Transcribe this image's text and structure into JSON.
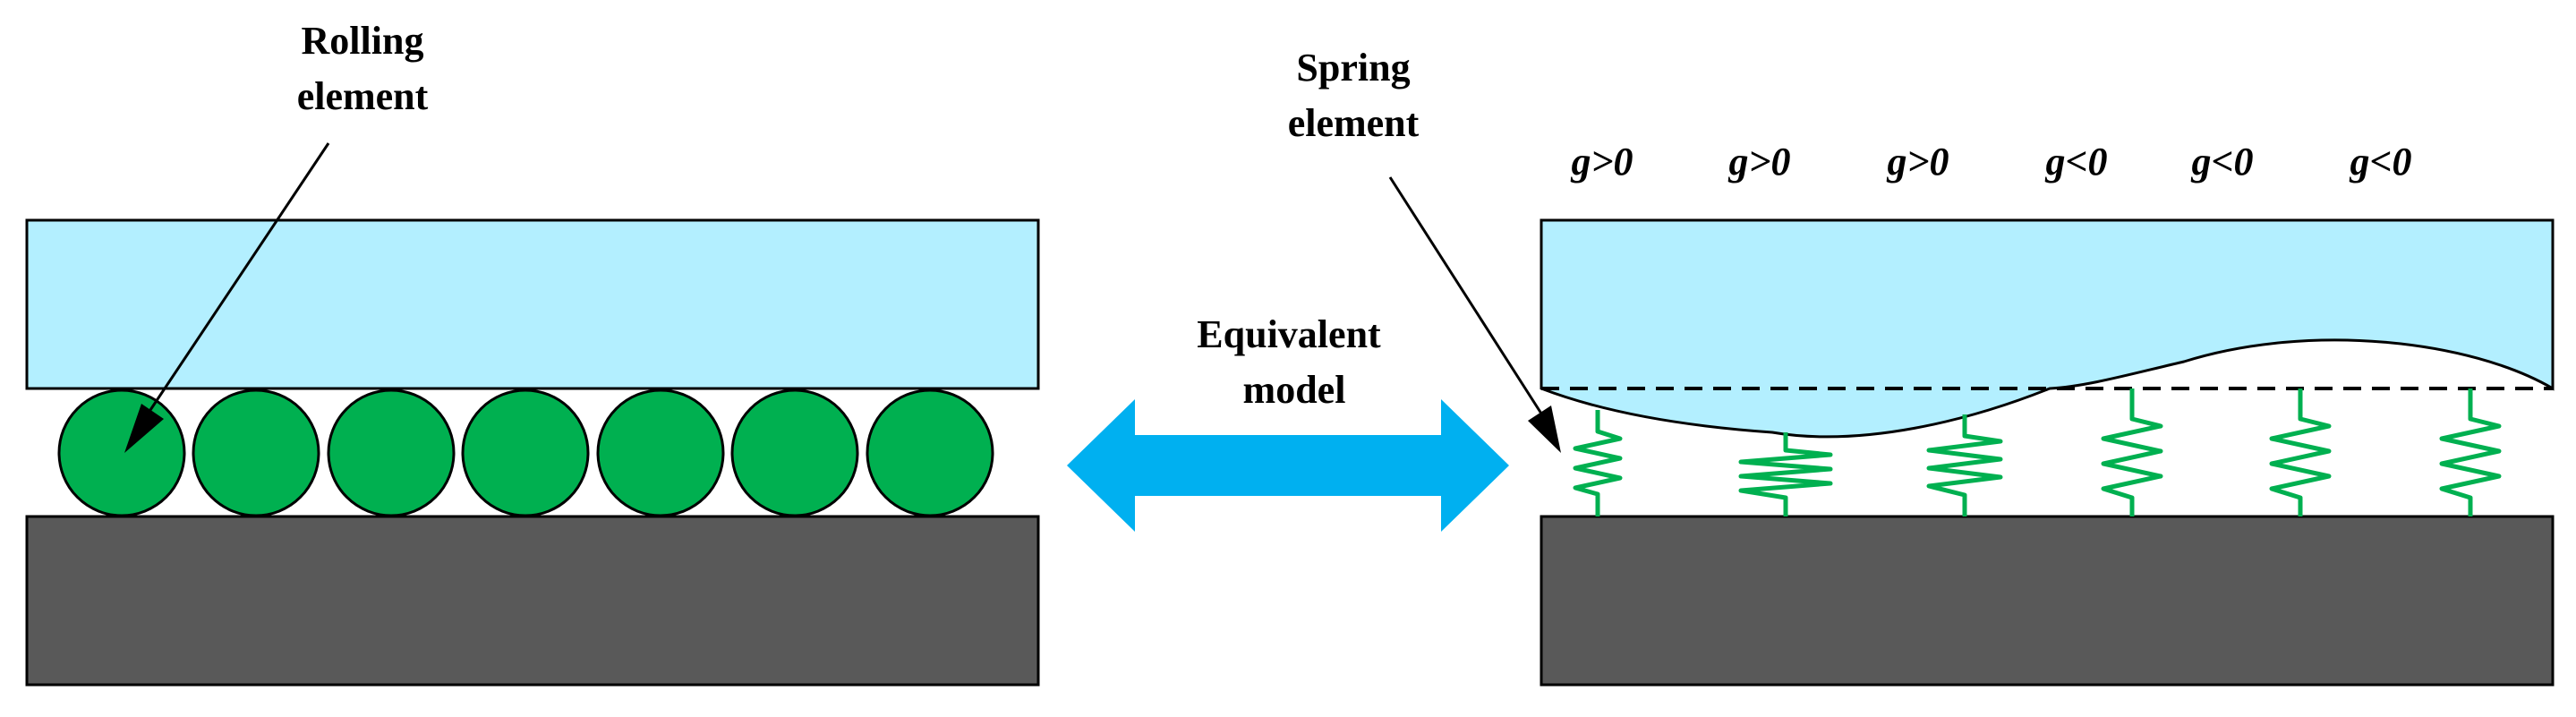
{
  "left_panel": {
    "label_line1": "Rolling",
    "label_line2": "element"
  },
  "middle": {
    "label_line1": "Equivalent",
    "label_line2": "model"
  },
  "right_panel": {
    "label_line1": "Spring",
    "label_line2": "element",
    "gap_labels": [
      "g>0",
      "g>0",
      "g>0",
      "g<0",
      "g<0",
      "g<0"
    ]
  },
  "colors": {
    "top_plate": "#b3efff",
    "bottom_plate": "#595959",
    "rolling_element": "#00b050",
    "spring": "#00b050",
    "arrow": "#00b0f0"
  }
}
